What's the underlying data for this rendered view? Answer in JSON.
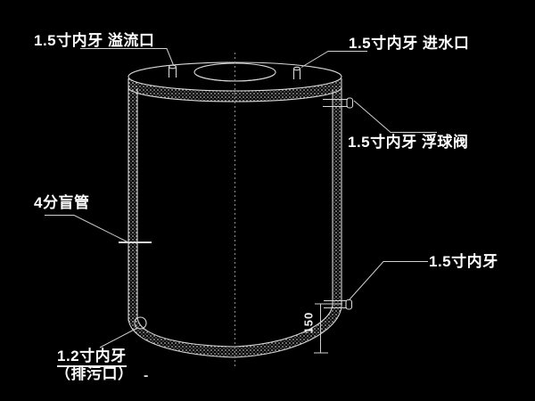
{
  "title": "water-tank-technical-drawing",
  "colors": {
    "background": "#000000",
    "line": "#d8d8d8",
    "text": "#ffffff",
    "centerline": "#8f8f8f",
    "hatch_dot": "#bfbfbf"
  },
  "labels": {
    "overflow_port": "1.5寸内牙 溢流口",
    "inlet_port": "1.5寸内牙 进水口",
    "float_valve_port": "1.5寸内牙 浮球阀",
    "blind_pipe": "4分盲管",
    "side_port": "1.5寸内牙",
    "drain_size": "1.2寸内牙",
    "drain_name": "（排污口）",
    "drain_dash": "-",
    "dimension_150": "150"
  }
}
